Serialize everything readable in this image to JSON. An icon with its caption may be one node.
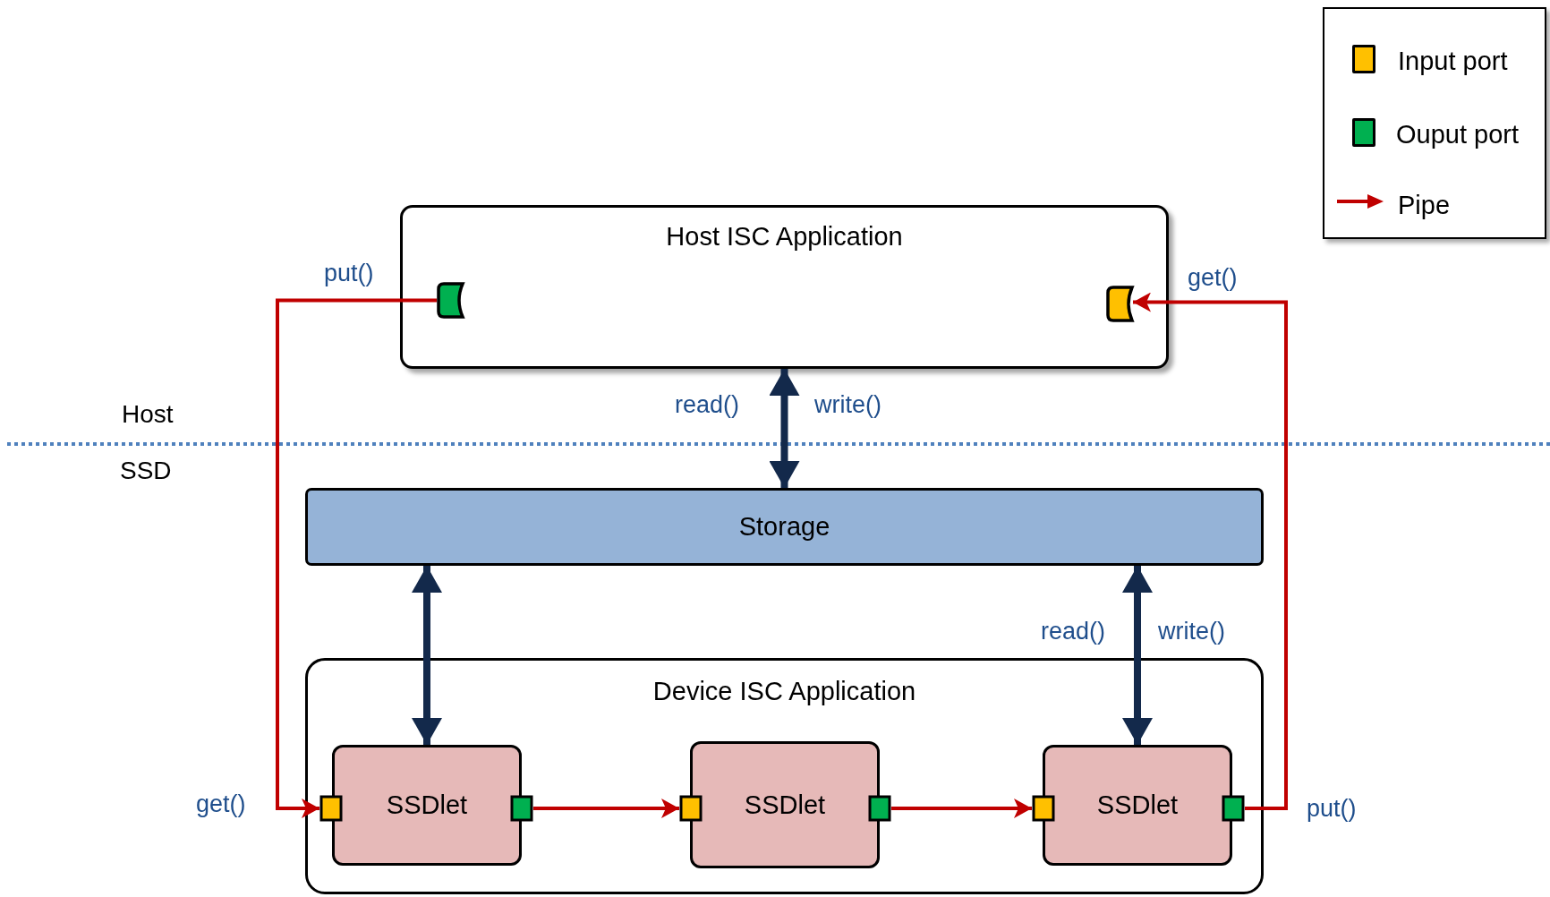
{
  "diagram": {
    "nodes": [
      {
        "text": [
          "Host ISC Application"
        ]
      },
      {
        "text": [],
        "shape": "box",
        "in": 0
      },
      {
        "text": [],
        "shape": "box",
        "in": 0
      },
      {
        "text": [
          "Storage"
        ]
      },
      {
        "text": [
          "Device ISC Application"
        ]
      },
      {
        "text": [
          "SSDlet"
        ],
        "in": 4
      },
      {
        "text": [
          "SSDlet"
        ],
        "in": 4
      },
      {
        "text": [
          "SSDlet"
        ],
        "in": 4
      },
      {
        "text": [],
        "shape": "box",
        "in": 4
      },
      {
        "text": [],
        "shape": "box",
        "in": 4
      },
      {
        "text": [],
        "shape": "box",
        "in": 4
      },
      {
        "text": [],
        "shape": "box",
        "in": 4
      },
      {
        "text": [],
        "shape": "box",
        "in": 4
      },
      {
        "text": [],
        "shape": "box",
        "in": 4
      }
    ],
    "edges": [
      {
        "from": 1,
        "to": 8,
        "arrow": "to"
      },
      {
        "from": 9,
        "to": 10,
        "arrow": "to"
      },
      {
        "from": 11,
        "to": 12,
        "arrow": "to"
      },
      {
        "from": 13,
        "to": 2,
        "arrow": "to"
      },
      {
        "from": 0,
        "to": 3,
        "arrow": "both",
        "style": "thick",
        "color": "#13294b"
      },
      {
        "from": 3,
        "to": 5,
        "arrow": "both",
        "style": "thick",
        "color": "#13294b"
      },
      {
        "from": 3,
        "to": 7,
        "arrow": "both",
        "style": "thick",
        "color": "#13294b"
      }
    ],
    "labels": [
      "put()",
      "get()",
      "Host",
      "read()",
      "write()",
      "SSD",
      "read()",
      "write()",
      "get()",
      "put()"
    ],
    "legend": [
      {
        "text": "Input port",
        "color": "#ffc000"
      },
      {
        "text": "Ouput port",
        "color": "#00b050"
      },
      {
        "text": "Pipe"
      }
    ]
  }
}
